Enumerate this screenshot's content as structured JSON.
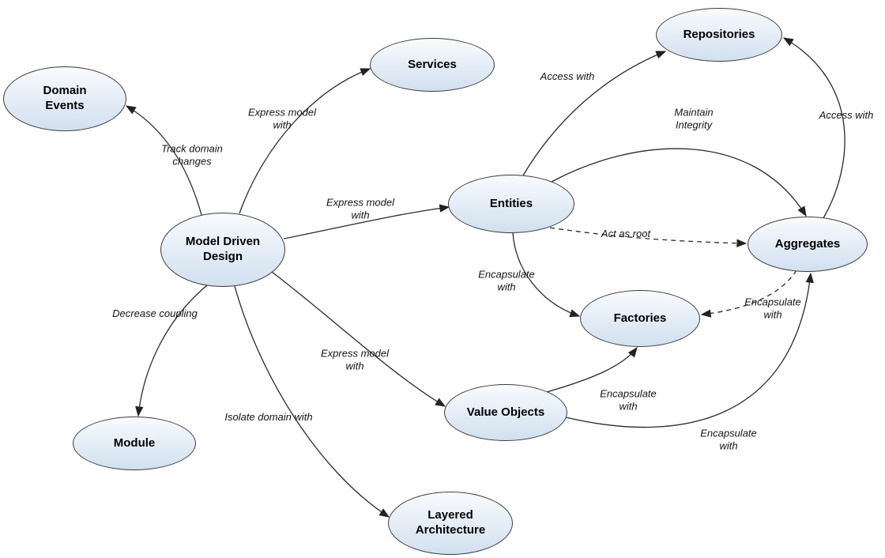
{
  "diagram": {
    "background_color": "#ffffff",
    "node_fill_top": "#f9fbfe",
    "node_fill_bottom": "#d2e0ef",
    "node_border_color": "#3c3c3c",
    "edge_color": "#2a2a2a",
    "nodes": [
      {
        "id": "domain-events",
        "label": "Domain Events"
      },
      {
        "id": "services",
        "label": "Services"
      },
      {
        "id": "repositories",
        "label": "Repositories"
      },
      {
        "id": "model-driven-design",
        "label": "Model Driven Design"
      },
      {
        "id": "entities",
        "label": "Entities"
      },
      {
        "id": "aggregates",
        "label": "Aggregates"
      },
      {
        "id": "factories",
        "label": "Factories"
      },
      {
        "id": "value-objects",
        "label": "Value Objects"
      },
      {
        "id": "module",
        "label": "Module"
      },
      {
        "id": "layered-architecture",
        "label": "Layered Architecture"
      }
    ],
    "edges": [
      {
        "from": "model-driven-design",
        "to": "domain-events",
        "label": "Track domain changes",
        "style": "solid"
      },
      {
        "from": "model-driven-design",
        "to": "services",
        "label": "Express model with",
        "style": "solid"
      },
      {
        "from": "model-driven-design",
        "to": "entities",
        "label": "Express model with",
        "style": "solid"
      },
      {
        "from": "model-driven-design",
        "to": "value-objects",
        "label": "Express model with",
        "style": "solid"
      },
      {
        "from": "model-driven-design",
        "to": "module",
        "label": "Decrease coupling",
        "style": "solid"
      },
      {
        "from": "model-driven-design",
        "to": "layered-architecture",
        "label": "Isolate domain with",
        "style": "solid"
      },
      {
        "from": "entities",
        "to": "repositories",
        "label": "Access with",
        "style": "solid"
      },
      {
        "from": "entities",
        "to": "aggregates",
        "label": "Maintain Integrity",
        "style": "solid"
      },
      {
        "from": "entities",
        "to": "aggregates",
        "label": "Act as root",
        "style": "dashed"
      },
      {
        "from": "entities",
        "to": "factories",
        "label": "Encapsulate with",
        "style": "solid"
      },
      {
        "from": "aggregates",
        "to": "repositories",
        "label": "Access with",
        "style": "solid"
      },
      {
        "from": "aggregates",
        "to": "factories",
        "label": "Encapsulate with",
        "style": "dashed"
      },
      {
        "from": "value-objects",
        "to": "factories",
        "label": "Encapsulate with",
        "style": "solid"
      },
      {
        "from": "value-objects",
        "to": "aggregates",
        "label": "Encapsulate with",
        "style": "solid"
      }
    ]
  }
}
